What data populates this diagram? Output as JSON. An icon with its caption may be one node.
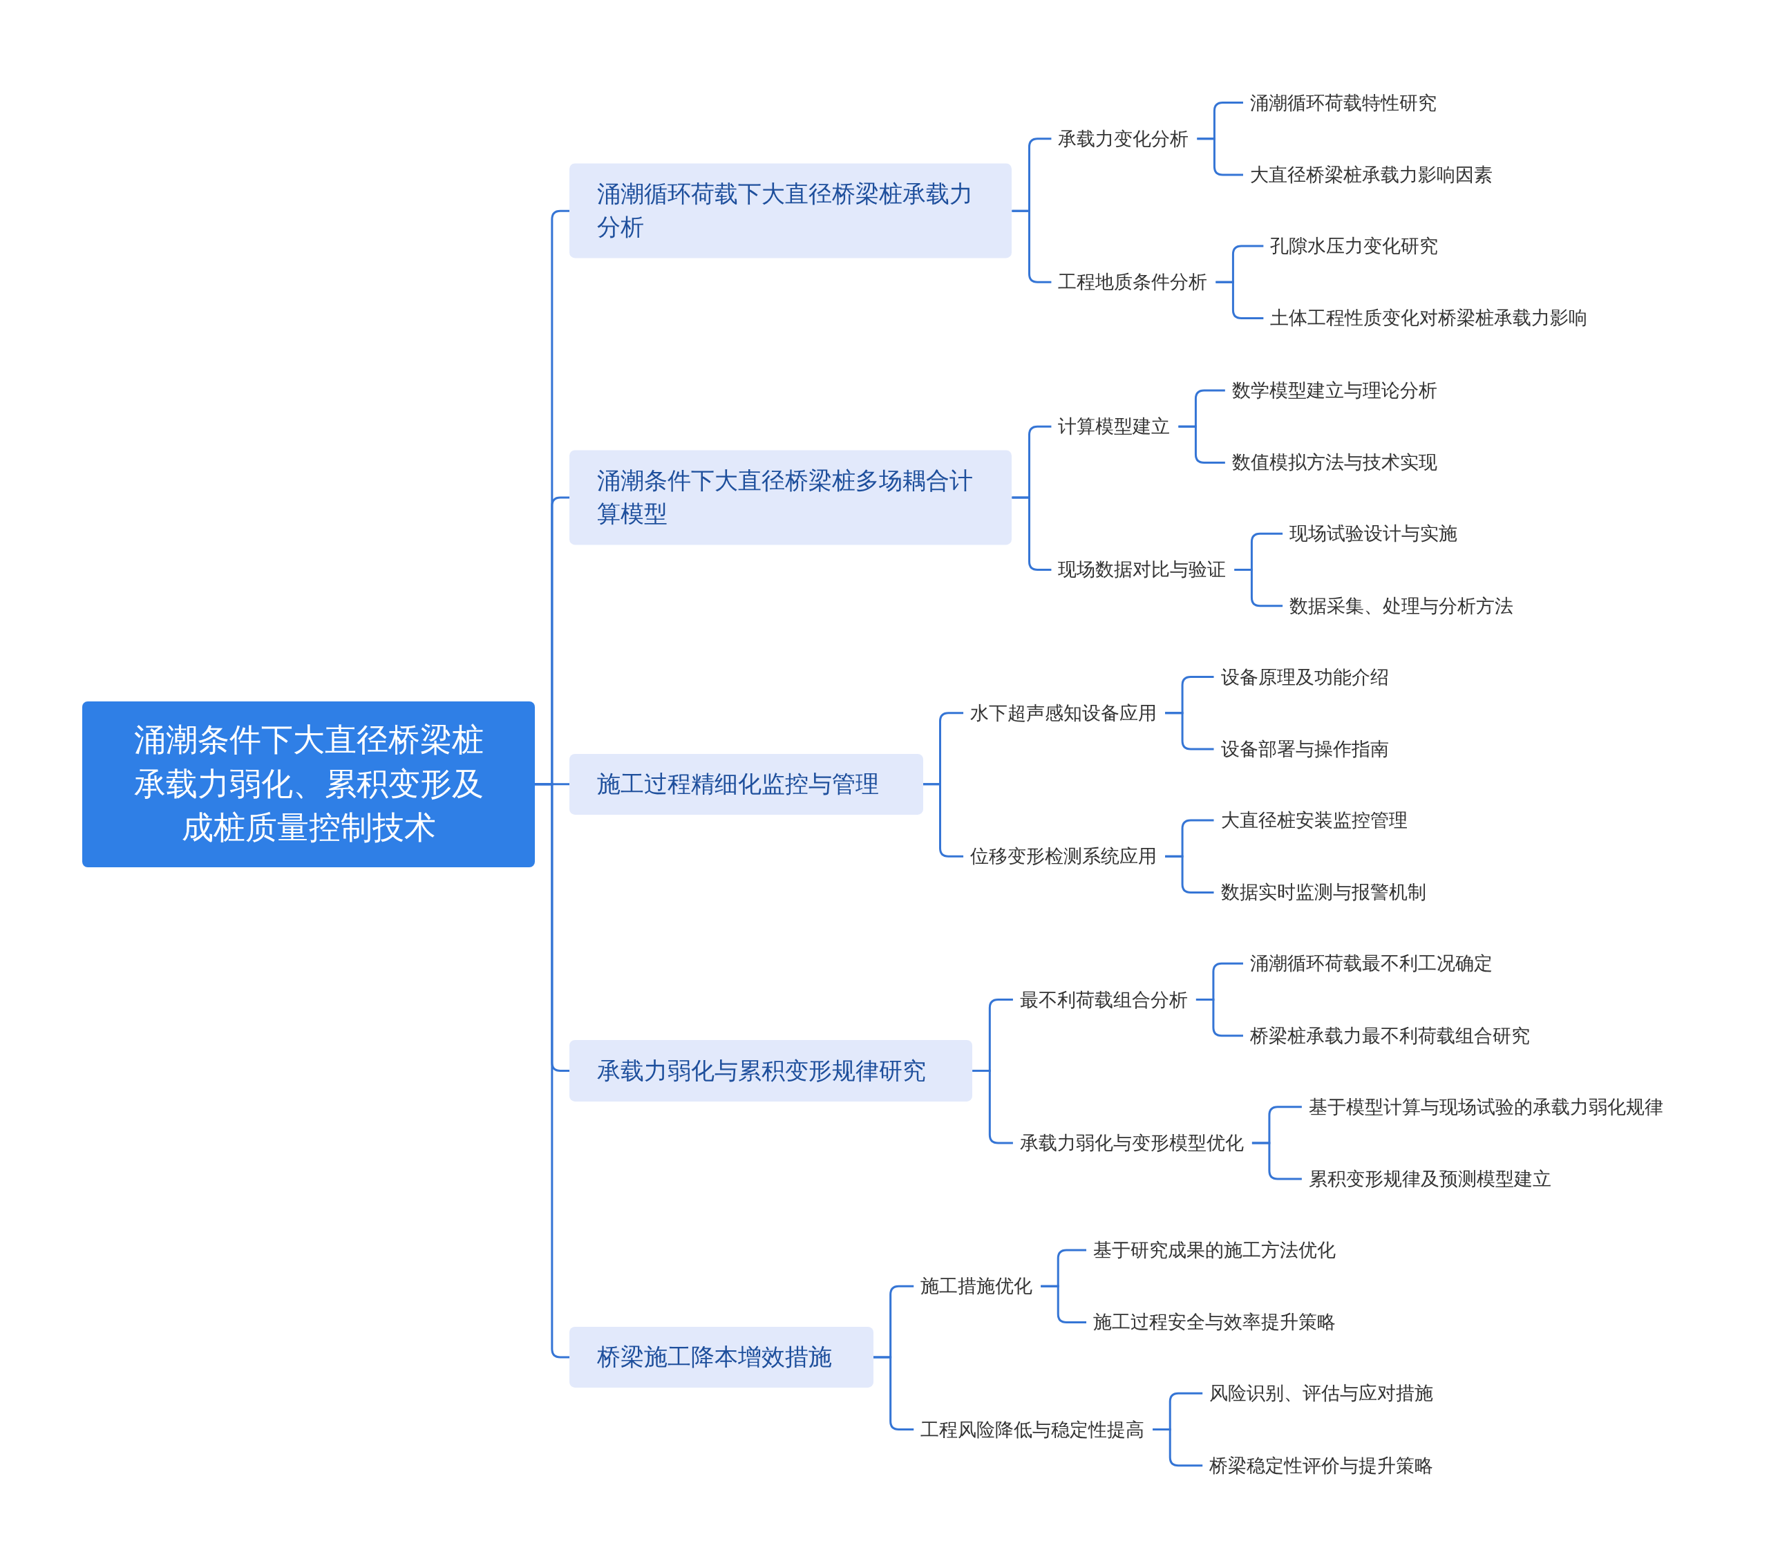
{
  "diagram": {
    "nodes": [
      {
        "text": [
          "涌潮条件下大直径桥梁桩承载力弱化、累积变形及成桩质量控制技术"
        ]
      },
      {
        "text": [
          "涌潮循环荷载下大直径桥梁桩承载力分析"
        ]
      },
      {
        "text": [
          "承载力变化分析"
        ]
      },
      {
        "text": [
          "涌潮循环荷载特性研究"
        ]
      },
      {
        "text": [
          "大直径桥梁桩承载力影响因素"
        ]
      },
      {
        "text": [
          "工程地质条件分析"
        ]
      },
      {
        "text": [
          "孔隙水压力变化研究"
        ]
      },
      {
        "text": [
          "土体工程性质变化对桥梁桩承载力影响"
        ]
      },
      {
        "text": [
          "涌潮条件下大直径桥梁桩多场耦合计算模型"
        ]
      },
      {
        "text": [
          "计算模型建立"
        ]
      },
      {
        "text": [
          "数学模型建立与理论分析"
        ]
      },
      {
        "text": [
          "数值模拟方法与技术实现"
        ]
      },
      {
        "text": [
          "现场数据对比与验证"
        ]
      },
      {
        "text": [
          "现场试验设计与实施"
        ]
      },
      {
        "text": [
          "数据采集、处理与分析方法"
        ]
      },
      {
        "text": [
          "施工过程精细化监控与管理"
        ]
      },
      {
        "text": [
          "水下超声感知设备应用"
        ]
      },
      {
        "text": [
          "设备原理及功能介绍"
        ]
      },
      {
        "text": [
          "设备部署与操作指南"
        ]
      },
      {
        "text": [
          "位移变形检测系统应用"
        ]
      },
      {
        "text": [
          "大直径桩安装监控管理"
        ]
      },
      {
        "text": [
          "数据实时监测与报警机制"
        ]
      },
      {
        "text": [
          "承载力弱化与累积变形规律研究"
        ]
      },
      {
        "text": [
          "最不利荷载组合分析"
        ]
      },
      {
        "text": [
          "涌潮循环荷载最不利工况确定"
        ]
      },
      {
        "text": [
          "桥梁桩承载力最不利荷载组合研究"
        ]
      },
      {
        "text": [
          "承载力弱化与变形模型优化"
        ]
      },
      {
        "text": [
          "基于模型计算与现场试验的承载力弱化规律"
        ]
      },
      {
        "text": [
          "累积变形规律及预测模型建立"
        ]
      },
      {
        "text": [
          "桥梁施工降本增效措施"
        ]
      },
      {
        "text": [
          "施工措施优化"
        ]
      },
      {
        "text": [
          "基于研究成果的施工方法优化"
        ]
      },
      {
        "text": [
          "施工过程安全与效率提升策略"
        ]
      },
      {
        "text": [
          "工程风险降低与稳定性提高"
        ]
      },
      {
        "text": [
          "风险识别、评估与应对措施"
        ]
      },
      {
        "text": [
          "桥梁稳定性评价与提升策略"
        ]
      }
    ],
    "edges": [
      {
        "from": 0,
        "to": 1,
        "arrow": "none"
      },
      {
        "from": 0,
        "to": 8,
        "arrow": "none"
      },
      {
        "from": 0,
        "to": 15,
        "arrow": "none"
      },
      {
        "from": 0,
        "to": 22,
        "arrow": "none"
      },
      {
        "from": 0,
        "to": 29,
        "arrow": "none"
      },
      {
        "from": 1,
        "to": 2,
        "arrow": "none"
      },
      {
        "from": 1,
        "to": 5,
        "arrow": "none"
      },
      {
        "from": 2,
        "to": 3,
        "arrow": "none"
      },
      {
        "from": 2,
        "to": 4,
        "arrow": "none"
      },
      {
        "from": 5,
        "to": 6,
        "arrow": "none"
      },
      {
        "from": 5,
        "to": 7,
        "arrow": "none"
      },
      {
        "from": 8,
        "to": 9,
        "arrow": "none"
      },
      {
        "from": 8,
        "to": 12,
        "arrow": "none"
      },
      {
        "from": 9,
        "to": 10,
        "arrow": "none"
      },
      {
        "from": 9,
        "to": 11,
        "arrow": "none"
      },
      {
        "from": 12,
        "to": 13,
        "arrow": "none"
      },
      {
        "from": 12,
        "to": 14,
        "arrow": "none"
      },
      {
        "from": 15,
        "to": 16,
        "arrow": "none"
      },
      {
        "from": 15,
        "to": 19,
        "arrow": "none"
      },
      {
        "from": 16,
        "to": 17,
        "arrow": "none"
      },
      {
        "from": 16,
        "to": 18,
        "arrow": "none"
      },
      {
        "from": 19,
        "to": 20,
        "arrow": "none"
      },
      {
        "from": 19,
        "to": 21,
        "arrow": "none"
      },
      {
        "from": 22,
        "to": 23,
        "arrow": "none"
      },
      {
        "from": 22,
        "to": 26,
        "arrow": "none"
      },
      {
        "from": 23,
        "to": 24,
        "arrow": "none"
      },
      {
        "from": 23,
        "to": 25,
        "arrow": "none"
      },
      {
        "from": 26,
        "to": 27,
        "arrow": "none"
      },
      {
        "from": 26,
        "to": 28,
        "arrow": "none"
      },
      {
        "from": 29,
        "to": 30,
        "arrow": "none"
      },
      {
        "from": 29,
        "to": 33,
        "arrow": "none"
      },
      {
        "from": 30,
        "to": 31,
        "arrow": "none"
      },
      {
        "from": 30,
        "to": 32,
        "arrow": "none"
      },
      {
        "from": 33,
        "to": 34,
        "arrow": "none"
      },
      {
        "from": 33,
        "to": 35,
        "arrow": "none"
      }
    ]
  }
}
